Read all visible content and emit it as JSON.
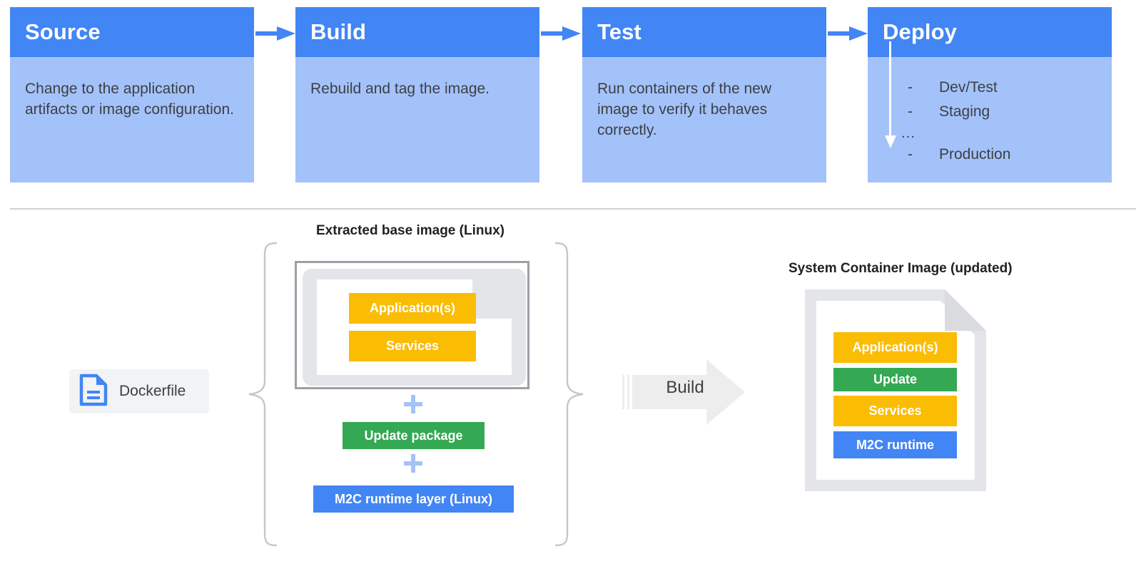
{
  "pipeline": {
    "stages": [
      {
        "title": "Source",
        "description": "Change to the application artifacts or image configuration."
      },
      {
        "title": "Build",
        "description": "Rebuild and tag the image."
      },
      {
        "title": "Test",
        "description": "Run containers of the new image to verify it behaves correctly."
      },
      {
        "title": "Deploy",
        "dash": "-",
        "ellipsis": "…",
        "environments": [
          "Dev/Test",
          "Staging",
          "Production"
        ]
      }
    ],
    "arrow_icon": "arrow-right-icon",
    "deploy_arrow_icon": "arrow-down-icon"
  },
  "build_diagram": {
    "dockerfile": {
      "label": "Dockerfile",
      "icon": "file-document-icon"
    },
    "base_image": {
      "caption": "Extracted base image (Linux)",
      "layers": [
        {
          "label": "Application(s)",
          "color": "#fbbc04"
        },
        {
          "label": "Services",
          "color": "#fbbc04"
        }
      ]
    },
    "plus_symbol": "+",
    "additions": [
      {
        "label": "Update package",
        "color": "#34a853"
      },
      {
        "label": "M2C runtime layer (Linux)",
        "color": "#4285f4"
      }
    ],
    "build_action": {
      "label": "Build",
      "icon": "block-arrow-right-icon"
    },
    "output_image": {
      "caption": "System Container Image (updated)",
      "layers": [
        {
          "label": "Application(s)",
          "color": "#fbbc04"
        },
        {
          "label": "Update",
          "color": "#34a853"
        },
        {
          "label": "Services",
          "color": "#fbbc04"
        },
        {
          "label": "M2C runtime",
          "color": "#4285f4"
        }
      ]
    }
  },
  "colors": {
    "header_blue": "#4285f4",
    "body_blue": "#a4c2fa",
    "yellow": "#fbbc04",
    "green": "#34a853",
    "blue": "#4285f4",
    "gray_border": "#9aa0a6",
    "light_gray": "#e3e5e8",
    "text": "#3c4043"
  }
}
